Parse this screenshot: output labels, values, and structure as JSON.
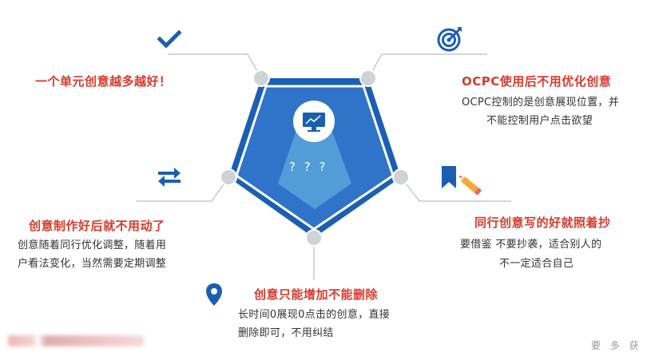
{
  "center": {
    "question_marks": "? ? ?"
  },
  "colors": {
    "blue_dark": "#1a5fb4",
    "blue_mid": "#2f74c8",
    "accent_red": "#d93a2b",
    "gray": "#9aa0a6"
  },
  "items": [
    {
      "id": "top-left",
      "icon": "checkmark-icon",
      "title": "一个单元创意越多越好！",
      "desc": []
    },
    {
      "id": "top-right",
      "icon": "target-icon",
      "title": "OCPC使用后不用优化创意",
      "desc": [
        "OCPC控制的是创意展现位置，并",
        "不能控制用户点击欲望"
      ]
    },
    {
      "id": "mid-left",
      "icon": "swap-arrows-icon",
      "title": "创意制作好后就不用动了",
      "desc": [
        "创意随着同行优化调整，随着用",
        "户看法变化，当然需要定期调整"
      ]
    },
    {
      "id": "mid-right",
      "icon": "bookmark-pencil-icon",
      "title": "同行创意写的好就照着抄",
      "desc": [
        "要借鉴 不要抄袭，适合别人的",
        "不一定适合自己"
      ]
    },
    {
      "id": "bottom",
      "icon": "location-pin-icon",
      "title": "创意只能增加不能删除",
      "desc": [
        "长时间0展现0点击的创意，直接",
        "删除即可，不用纠结"
      ]
    }
  ],
  "watermark_right": "要 多 获 得"
}
